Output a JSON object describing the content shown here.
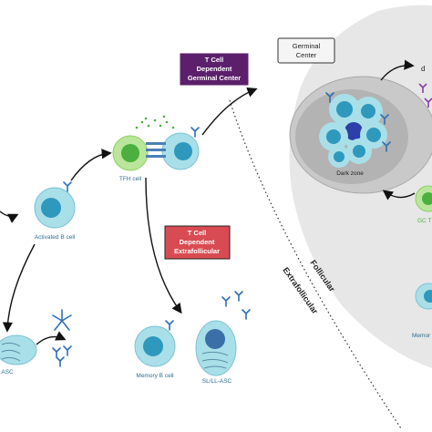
{
  "labels": {
    "germinal_center_box": [
      "Germinal",
      "Center"
    ],
    "td_gc_box": [
      "T Cell",
      "Dependent",
      "Germinal Center"
    ],
    "td_ef_box": [
      "T Cell",
      "Dependent",
      "Extrafollicular"
    ],
    "follicular": "Follicular",
    "extrafollicular": "Extrafollicular",
    "activated_b_cell": "Activated B cell",
    "tfh_cell": "TFH cell",
    "memory_b_cell": "Memory B cell",
    "sl_ll_asc": "SL/LL-ASC",
    "asc_left": "ASC",
    "dark_zone": "Dark zone",
    "gc_t_partial": "GC T",
    "memory_partial": "Memor",
    "top_right_partial": "d"
  },
  "colors": {
    "purple_box": "#5b1f6b",
    "red_box": "#d94b52",
    "b_cell_body": "#a9dfe8",
    "b_cell_nucleus": "#2f98bd",
    "t_cell_body": "#b9e69a",
    "t_cell_nucleus": "#4caf3f",
    "gc_region": "#e7e7e7",
    "dark_zone": "#b8b8b8",
    "antibody": "#2e6fb5"
  }
}
